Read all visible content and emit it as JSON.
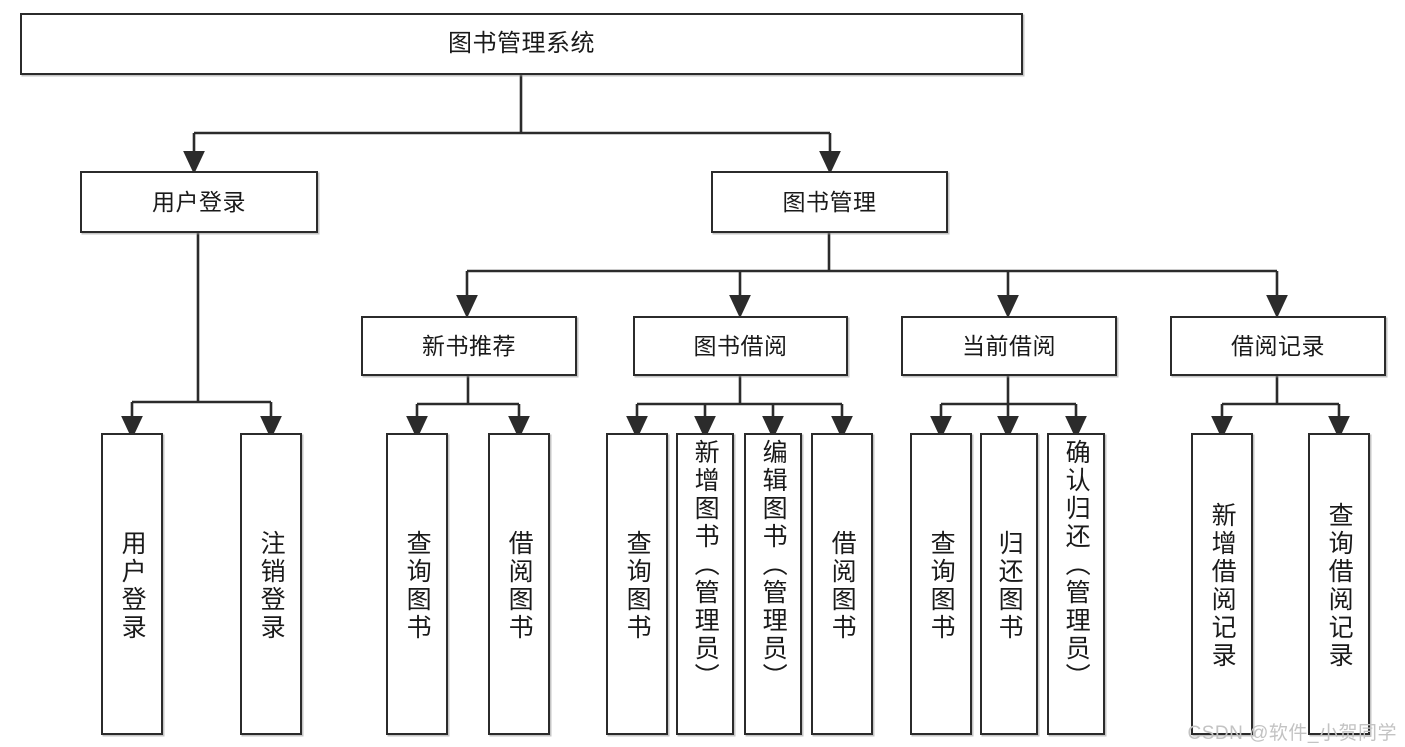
{
  "diagram": {
    "title": "图书管理系统",
    "type": "tree",
    "root": {
      "id": "root",
      "label": "图书管理系统",
      "orientation": "horizontal"
    },
    "level2": [
      {
        "id": "user-login",
        "label": "用户登录",
        "orientation": "horizontal"
      },
      {
        "id": "book-management",
        "label": "图书管理",
        "orientation": "horizontal"
      }
    ],
    "level3": [
      {
        "id": "new-book-recommend",
        "label": "新书推荐",
        "orientation": "horizontal",
        "parent": "book-management"
      },
      {
        "id": "book-borrow",
        "label": "图书借阅",
        "orientation": "horizontal",
        "parent": "book-management"
      },
      {
        "id": "current-borrow",
        "label": "当前借阅",
        "orientation": "horizontal",
        "parent": "book-management"
      },
      {
        "id": "borrow-record",
        "label": "借阅记录",
        "orientation": "horizontal",
        "parent": "book-management"
      }
    ],
    "leaves": [
      {
        "id": "leaf-user-login",
        "label": "用户登录",
        "parent": "user-login",
        "orientation": "vertical"
      },
      {
        "id": "leaf-user-logout",
        "label": "注销登录",
        "parent": "user-login",
        "orientation": "vertical"
      },
      {
        "id": "leaf-query-book-1",
        "label": "查询图书",
        "parent": "new-book-recommend",
        "orientation": "vertical"
      },
      {
        "id": "leaf-borrow-book-1",
        "label": "借阅图书",
        "parent": "new-book-recommend",
        "orientation": "vertical"
      },
      {
        "id": "leaf-query-book-2",
        "label": "查询图书",
        "parent": "book-borrow",
        "orientation": "vertical"
      },
      {
        "id": "leaf-add-book",
        "label": "新增图书（管理员）",
        "parent": "book-borrow",
        "orientation": "vertical"
      },
      {
        "id": "leaf-edit-book",
        "label": "编辑图书（管理员）",
        "parent": "book-borrow",
        "orientation": "vertical"
      },
      {
        "id": "leaf-borrow-book-2",
        "label": "借阅图书",
        "parent": "book-borrow",
        "orientation": "vertical"
      },
      {
        "id": "leaf-query-book-3",
        "label": "查询图书",
        "parent": "current-borrow",
        "orientation": "vertical"
      },
      {
        "id": "leaf-return-book",
        "label": "归还图书",
        "parent": "current-borrow",
        "orientation": "vertical"
      },
      {
        "id": "leaf-confirm-return",
        "label": "确认归还（管理员）",
        "parent": "current-borrow",
        "orientation": "vertical"
      },
      {
        "id": "leaf-add-record",
        "label": "新增借阅记录",
        "parent": "borrow-record",
        "orientation": "vertical"
      },
      {
        "id": "leaf-query-record",
        "label": "查询借阅记录",
        "parent": "borrow-record",
        "orientation": "vertical"
      }
    ],
    "watermark": "CSDN @软件_小贺同学",
    "colors": {
      "stroke": "#2b2b2b",
      "fill": "#ffffff",
      "text": "#1a1a1a",
      "watermark": "#c3c3c3"
    }
  }
}
